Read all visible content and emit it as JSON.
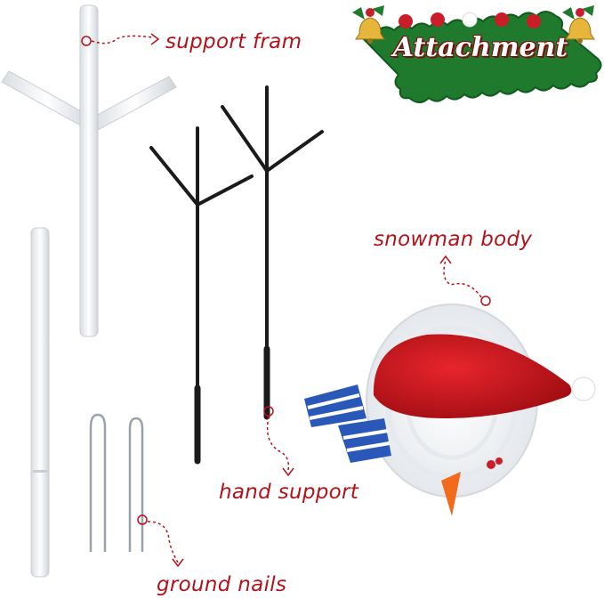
{
  "banner": {
    "title": "Attachment"
  },
  "labels": {
    "support_frame": "support fram",
    "snowman_body": "snowman body",
    "hand_support": "hand support",
    "ground_nails": "ground nails"
  },
  "colors": {
    "label_red": "#b3121b",
    "banner_green": "#1f7a2e",
    "banner_red": "#c91d2a"
  }
}
